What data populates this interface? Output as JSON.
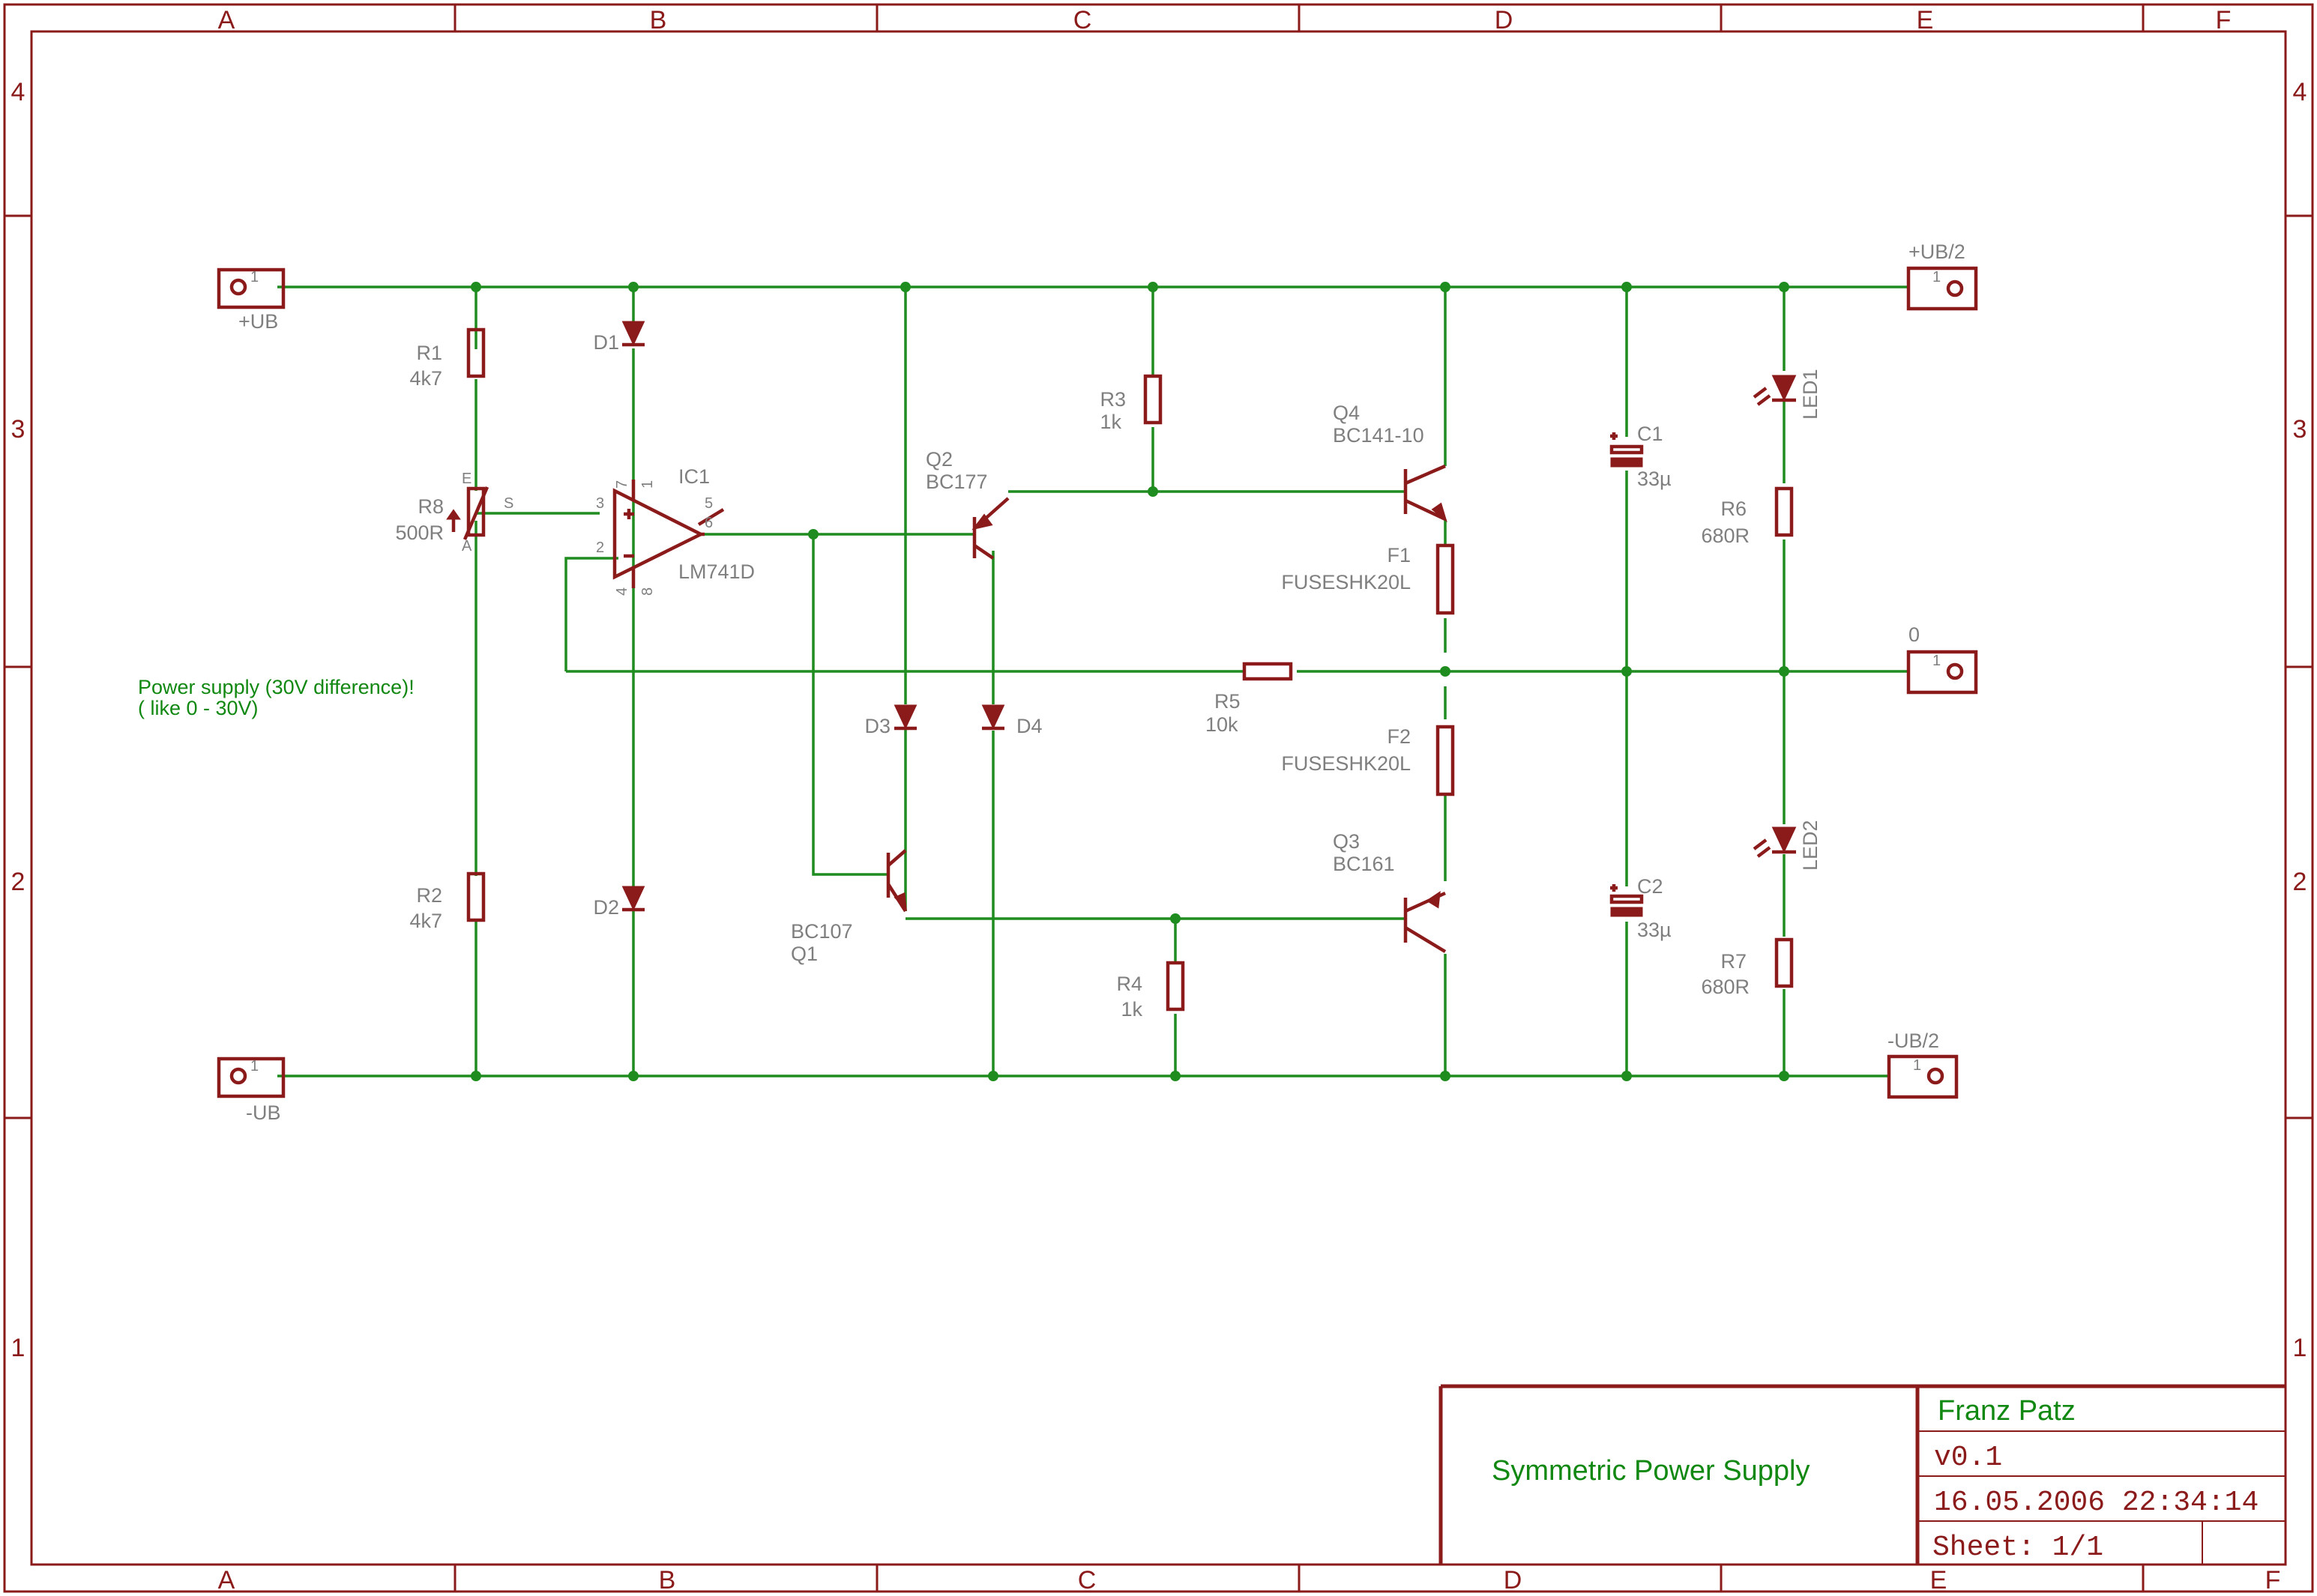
{
  "frame": {
    "columns": [
      "A",
      "B",
      "C",
      "D",
      "E",
      "F"
    ],
    "rows": [
      "4",
      "3",
      "2",
      "1"
    ]
  },
  "connectors": {
    "plus_ub": {
      "ref": "+UB",
      "pin": "1"
    },
    "minus_ub": {
      "ref": "-UB",
      "pin": "1"
    },
    "plus_ub_half": {
      "ref": "+UB/2",
      "pin": "1"
    },
    "zero": {
      "ref": "0",
      "pin": "1"
    },
    "minus_ub_half": {
      "ref": "-UB/2",
      "pin": "1"
    }
  },
  "components": {
    "r1": {
      "ref": "R1",
      "value": "4k7"
    },
    "r2": {
      "ref": "R2",
      "value": "4k7"
    },
    "r3": {
      "ref": "R3",
      "value": "1k"
    },
    "r4": {
      "ref": "R4",
      "value": "1k"
    },
    "r5": {
      "ref": "R5",
      "value": "10k"
    },
    "r6": {
      "ref": "R6",
      "value": "680R"
    },
    "r7": {
      "ref": "R7",
      "value": "680R"
    },
    "r8": {
      "ref": "R8",
      "value": "500R",
      "pin_e": "E",
      "pin_a": "A",
      "pin_s": "S"
    },
    "d1": {
      "ref": "D1"
    },
    "d2": {
      "ref": "D2"
    },
    "d3": {
      "ref": "D3"
    },
    "d4": {
      "ref": "D4"
    },
    "ic1": {
      "ref": "IC1",
      "value": "LM741D",
      "pins": {
        "p1": "1",
        "p2": "2",
        "p3": "3",
        "p4": "4",
        "p5": "5",
        "p6": "6",
        "p7": "7",
        "p8": "8"
      }
    },
    "q1": {
      "ref": "Q1",
      "value": "BC107"
    },
    "q2": {
      "ref": "Q2",
      "value": "BC177"
    },
    "q3": {
      "ref": "Q3",
      "value": "BC161"
    },
    "q4": {
      "ref": "Q4",
      "value": "BC141-10"
    },
    "f1": {
      "ref": "F1",
      "value": "FUSESHK20L"
    },
    "f2": {
      "ref": "F2",
      "value": "FUSESHK20L"
    },
    "c1": {
      "ref": "C1",
      "value": "33µ"
    },
    "c2": {
      "ref": "C2",
      "value": "33µ"
    },
    "led1": {
      "ref": "LED1"
    },
    "led2": {
      "ref": "LED2"
    }
  },
  "note": {
    "line1": "Power supply (30V difference)!",
    "line2": "( like 0 - 30V)"
  },
  "title_block": {
    "title": "Symmetric Power Supply",
    "author": "Franz Patz",
    "version": "v0.1",
    "datetime": "16.05.2006 22:34:14",
    "sheet": "Sheet: 1/1"
  },
  "colors": {
    "frame": "#8b1a1a",
    "wire": "#1e8c1e",
    "label": "#7f7f7f",
    "note": "#118811"
  }
}
